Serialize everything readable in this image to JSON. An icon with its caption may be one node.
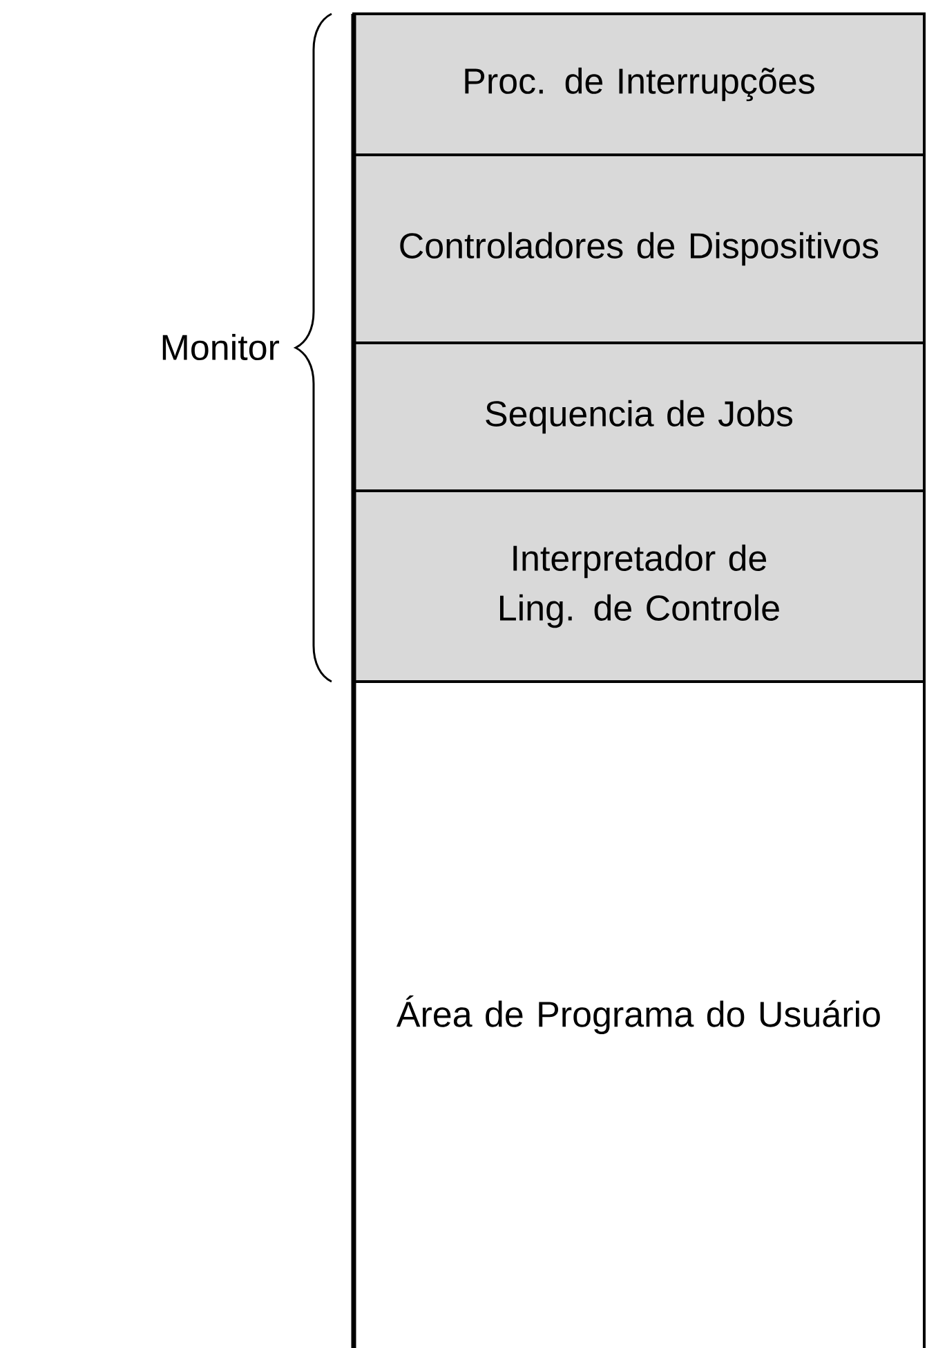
{
  "diagram": {
    "nodes": [
      {
        "text": [
          "Proc. de Interrupções"
        ]
      },
      {
        "text": [
          "Controladores de Dispositivos"
        ]
      },
      {
        "text": [
          "Sequencia de Jobs"
        ]
      },
      {
        "text": [
          "Interpretador de Ling. de Controle"
        ]
      },
      {
        "text": [
          "Área de Programa do Usuário"
        ]
      }
    ],
    "labels": [
      "Monitor"
    ]
  }
}
